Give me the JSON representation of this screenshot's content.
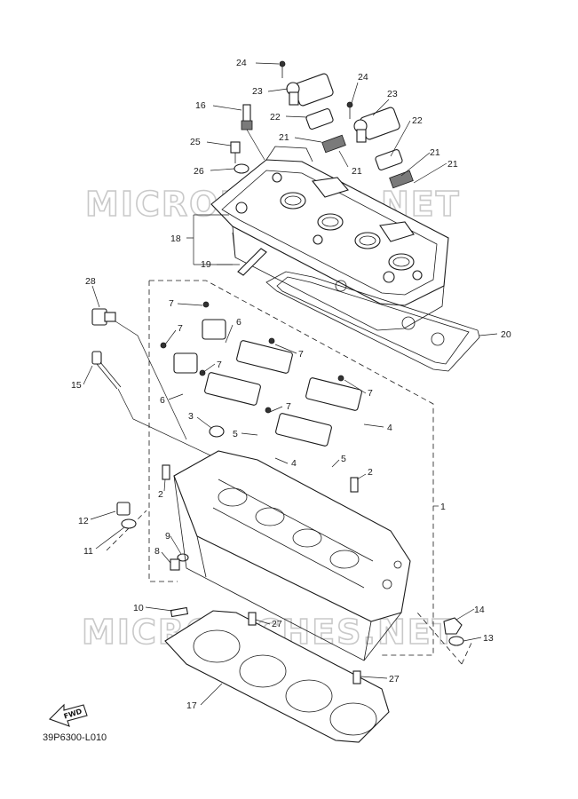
{
  "diagram": {
    "reference_code": "39P6300-L010",
    "fwd_label": "FWD",
    "watermark_text": "MICROFICHES.NET",
    "colors": {
      "line": "#1a1a1a",
      "watermark": "#c9c9c9",
      "background": "#ffffff"
    }
  },
  "callouts": [
    {
      "id": "c24a",
      "text": "24"
    },
    {
      "id": "c24b",
      "text": "24"
    },
    {
      "id": "c23a",
      "text": "23"
    },
    {
      "id": "c23b",
      "text": "23"
    },
    {
      "id": "c16",
      "text": "16"
    },
    {
      "id": "c22a",
      "text": "22"
    },
    {
      "id": "c22b",
      "text": "22"
    },
    {
      "id": "c21a",
      "text": "21"
    },
    {
      "id": "c21b",
      "text": "21"
    },
    {
      "id": "c21c",
      "text": "21"
    },
    {
      "id": "c21d",
      "text": "21"
    },
    {
      "id": "c25",
      "text": "25"
    },
    {
      "id": "c26",
      "text": "26"
    },
    {
      "id": "c18",
      "text": "18"
    },
    {
      "id": "c19",
      "text": "19"
    },
    {
      "id": "c28",
      "text": "28"
    },
    {
      "id": "c20",
      "text": "20"
    },
    {
      "id": "c7a",
      "text": "7"
    },
    {
      "id": "c7b",
      "text": "7"
    },
    {
      "id": "c7c",
      "text": "7"
    },
    {
      "id": "c7d",
      "text": "7"
    },
    {
      "id": "c7e",
      "text": "7"
    },
    {
      "id": "c7f",
      "text": "7"
    },
    {
      "id": "c6a",
      "text": "6"
    },
    {
      "id": "c6b",
      "text": "6"
    },
    {
      "id": "c15",
      "text": "15"
    },
    {
      "id": "c3",
      "text": "3"
    },
    {
      "id": "c5a",
      "text": "5"
    },
    {
      "id": "c5b",
      "text": "5"
    },
    {
      "id": "c4a",
      "text": "4"
    },
    {
      "id": "c4b",
      "text": "4"
    },
    {
      "id": "c2a",
      "text": "2"
    },
    {
      "id": "c2b",
      "text": "2"
    },
    {
      "id": "c1",
      "text": "1"
    },
    {
      "id": "c12",
      "text": "12"
    },
    {
      "id": "c11",
      "text": "11"
    },
    {
      "id": "c9",
      "text": "9"
    },
    {
      "id": "c8",
      "text": "8"
    },
    {
      "id": "c10",
      "text": "10"
    },
    {
      "id": "c14",
      "text": "14"
    },
    {
      "id": "c13",
      "text": "13"
    },
    {
      "id": "c27a",
      "text": "27"
    },
    {
      "id": "c27b",
      "text": "27"
    },
    {
      "id": "c17",
      "text": "17"
    }
  ]
}
